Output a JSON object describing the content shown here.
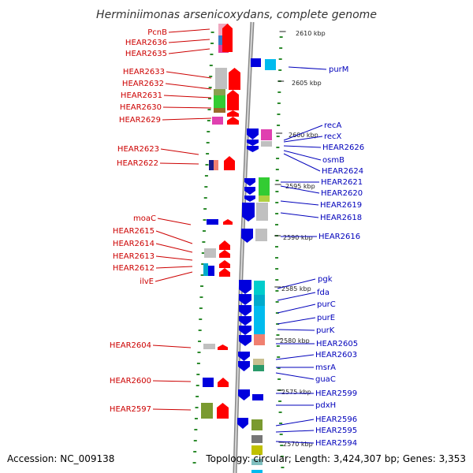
{
  "title": "Herminiimonas arsenicoxydans, complete genome",
  "footer": {
    "accession": "Accession: NC_009138",
    "info": "Topology: circular; Length: 3,424,307 bp; Genes: 3,353"
  },
  "colors": {
    "forward": "#ff0000",
    "reverse": "#0000dd",
    "left_label": "#cc0000",
    "right_label": "#0000bb",
    "ring_dash": "#2e8b2e",
    "backbone": "#999999"
  },
  "ticks": [
    "2610 kbp",
    "2605 kbp",
    "2600 kbp",
    "2595 kbp",
    "2590 kbp",
    "2585 kbp",
    "2580 kbp",
    "2575 kbp",
    "2570 kbp"
  ],
  "left_labels": [
    "PcnB",
    "HEAR2636",
    "HEAR2635",
    "HEAR2633",
    "HEAR2632",
    "HEAR2631",
    "HEAR2630",
    "HEAR2629",
    "HEAR2623",
    "HEAR2622",
    "moaC",
    "HEAR2615",
    "HEAR2614",
    "HEAR2613",
    "HEAR2612",
    "ilvE",
    "HEAR2604",
    "HEAR2600",
    "HEAR2597"
  ],
  "right_labels": [
    "purM",
    "recA",
    "recX",
    "HEAR2626",
    "osmB",
    "HEAR2624",
    "HEAR2621",
    "HEAR2620",
    "HEAR2619",
    "HEAR2618",
    "HEAR2616",
    "pgk",
    "fda",
    "purC",
    "purE",
    "purK",
    "HEAR2605",
    "HEAR2603",
    "msrA",
    "guaC",
    "HEAR2599",
    "pdxH",
    "HEAR2596",
    "HEAR2595",
    "HEAR2594"
  ]
}
